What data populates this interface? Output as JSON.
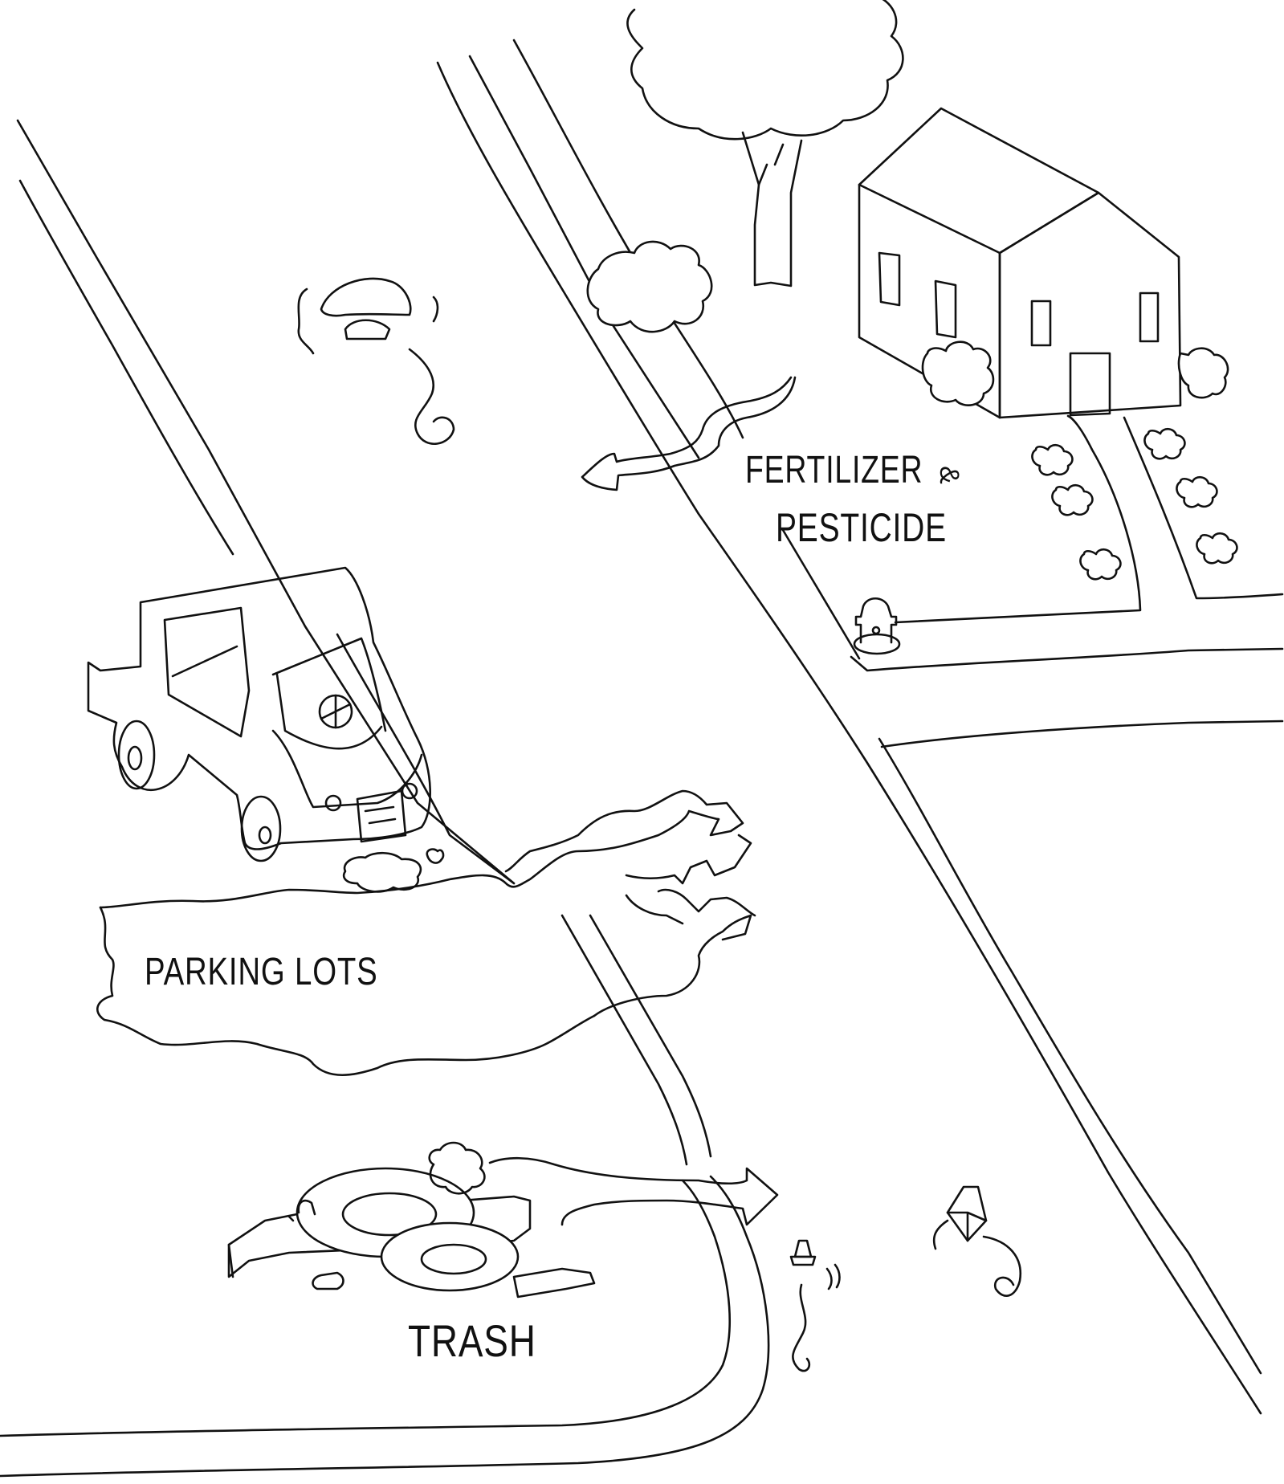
{
  "labels": {
    "fertilizer": "FERTILIZER",
    "and": "&",
    "pesticide": "PESTICIDE",
    "parking_lots": "PARKING LOTS",
    "trash": "TRASH"
  },
  "colors": {
    "ink": "#111111",
    "paper": "#ffffff"
  },
  "icons": [
    "tree-icon",
    "house-icon",
    "car-icon",
    "fire-hydrant-icon",
    "tire-icon",
    "bottle-icon",
    "litter-icon"
  ]
}
